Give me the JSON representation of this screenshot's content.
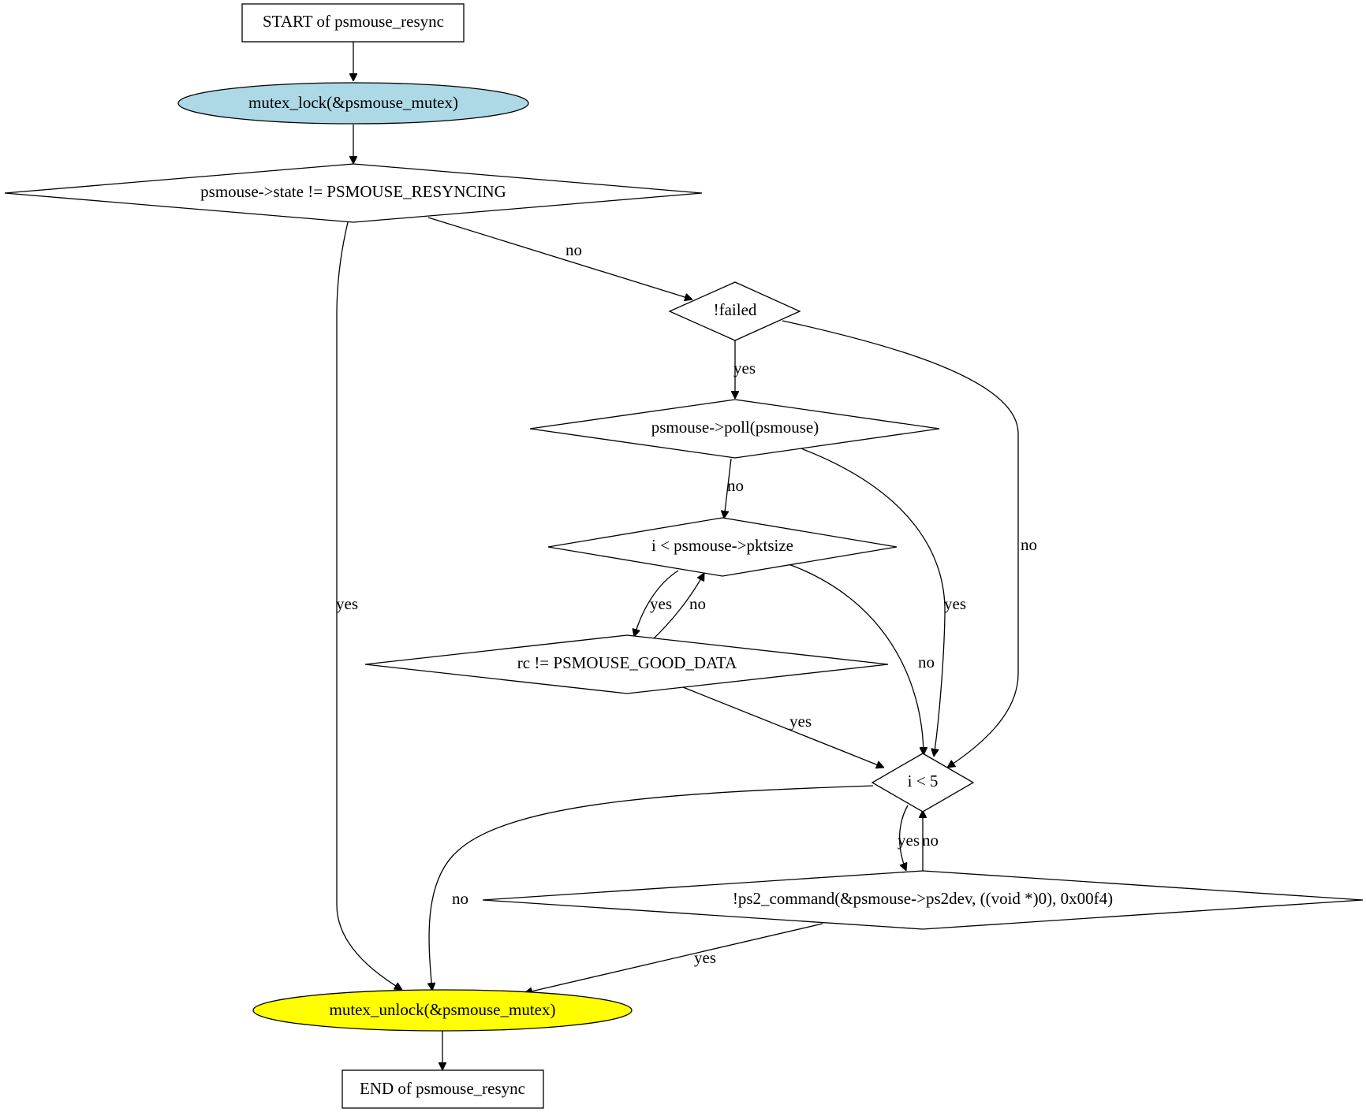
{
  "diagram": {
    "colors": {
      "lock_fill": "#add8e6",
      "unlock_fill": "#ffff00",
      "default_fill": "#ffffff",
      "stroke": "#000000"
    },
    "nodes": {
      "start": "START of psmouse_resync",
      "lock": "mutex_lock(&psmouse_mutex)",
      "cond_state": "psmouse->state != PSMOUSE_RESYNCING",
      "cond_failed": "!failed",
      "cond_poll": "psmouse->poll(psmouse)",
      "cond_pktsize": "i < psmouse->pktsize",
      "cond_rc": "rc != PSMOUSE_GOOD_DATA",
      "cond_i5": "i < 5",
      "cond_ps2": "!ps2_command(&psmouse->ps2dev, ((void *)0), 0x00f4)",
      "unlock": "mutex_unlock(&psmouse_mutex)",
      "end": "END of psmouse_resync"
    },
    "edges": {
      "state_yes": "yes",
      "state_no": "no",
      "failed_yes": "yes",
      "failed_no": "no",
      "poll_no": "no",
      "poll_yes": "yes",
      "pktsize_yes": "yes",
      "pktsize_no": "no",
      "rc_no": "no",
      "rc_yes": "yes",
      "i5_no": "no",
      "i5_yes": "yes",
      "ps2_no": "no",
      "ps2_yes": "yes"
    }
  }
}
